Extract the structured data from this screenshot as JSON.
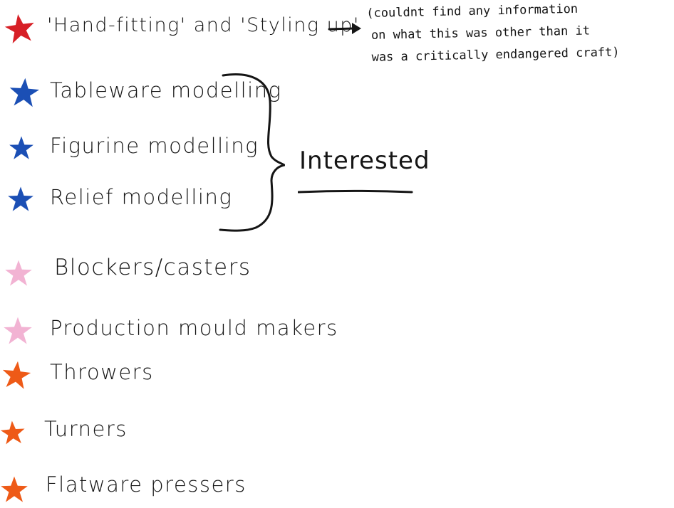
{
  "colors": {
    "red_star": "#d71f26",
    "blue_star": "#1b4fb5",
    "pink_star": "#f2b3d3",
    "orange_star": "#ee5a17",
    "ink": "#151515"
  },
  "crafts": [
    {
      "label": "'Hand-fitting' and 'Styling up'",
      "star": "red-star-icon"
    },
    {
      "label": "Tableware modelling",
      "star": "blue-star-icon"
    },
    {
      "label": "Figurine modelling",
      "star": "blue-star-icon"
    },
    {
      "label": "Relief modelling",
      "star": "blue-star-icon"
    },
    {
      "label": "Blockers/casters",
      "star": "pink-star-icon"
    },
    {
      "label": "Production mould makers",
      "star": "pink-star-icon"
    },
    {
      "label": "Throwers",
      "star": "orange-star-icon"
    },
    {
      "label": "Turners",
      "star": "orange-star-icon"
    },
    {
      "label": "Flatware pressers",
      "star": "orange-star-icon"
    }
  ],
  "note": {
    "line1": "(couldnt find any information",
    "line2": "on what this was other than it",
    "line3": "was a critically endangered craft)"
  },
  "group_label": "Interested"
}
